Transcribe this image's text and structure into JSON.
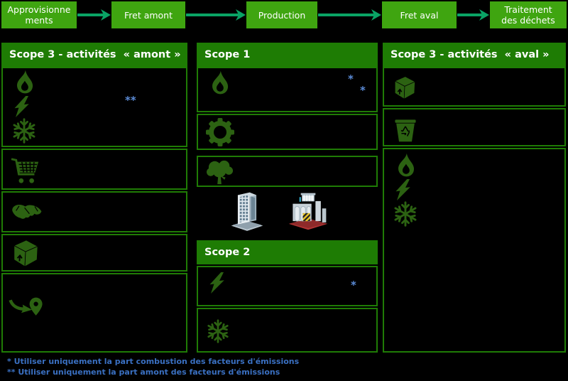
{
  "colors": {
    "background": "#000000",
    "process_box_green": "#3FA510",
    "arrow_green": "#0AA365",
    "header_green": "#1E7C04",
    "row_border_green": "#1F7C05",
    "icon_green": "#2C6212",
    "asterisk_blue": "#5B8BD6",
    "footnote_blue": "#3A70C2"
  },
  "process_flow": {
    "steps": [
      {
        "label": "Approvisionne\nments"
      },
      {
        "label": "Fret amont"
      },
      {
        "label": "Production"
      },
      {
        "label": "Fret aval"
      },
      {
        "label": "Traitement\ndes déchets"
      }
    ]
  },
  "columns": {
    "upstream": {
      "title": "Scope 3 - activités  « amont »",
      "rows": [
        {
          "icons": [
            "flame",
            "lightning",
            "snowflake"
          ],
          "marker": "**"
        },
        {
          "icons": [
            "shopping-cart"
          ]
        },
        {
          "icons": [
            "handshake"
          ]
        },
        {
          "icons": [
            "package-cube"
          ]
        },
        {
          "icons": [
            "travel-pin"
          ]
        }
      ]
    },
    "scope1": {
      "title": "Scope 1",
      "rows": [
        {
          "icons": [
            "flame"
          ],
          "markers": [
            "*",
            "*"
          ]
        },
        {
          "icons": [
            "gear"
          ]
        },
        {
          "icons": [
            "tree"
          ]
        }
      ]
    },
    "scope2": {
      "title": "Scope 2",
      "rows": [
        {
          "icons": [
            "lightning"
          ],
          "marker": "*"
        },
        {
          "icons": [
            "snowflake"
          ]
        }
      ]
    },
    "downstream": {
      "title": "Scope 3 - activités  « aval »",
      "rows": [
        {
          "icons": [
            "package-cube"
          ]
        },
        {
          "icons": [
            "recycle-bin"
          ]
        },
        {
          "icons": [
            "flame",
            "lightning",
            "snowflake"
          ]
        }
      ]
    }
  },
  "buildings": [
    "office-building",
    "factory"
  ],
  "footnotes": [
    "* Utiliser uniquement la part combustion des facteurs d'émissions",
    "** Utiliser uniquement la part amont des facteurs d'émissions"
  ]
}
